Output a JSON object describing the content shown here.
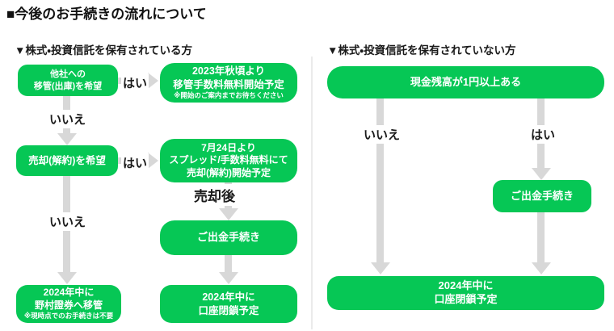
{
  "page": {
    "title": "■今後のお手続きの流れについて"
  },
  "colors": {
    "green": "#06C755",
    "arrow": "#D8D8D8",
    "divider": "#EBEBEB",
    "text": "#1A1A1A"
  },
  "left_panel": {
    "header": "▼株式・投資信託を保有されている方",
    "boxes": {
      "transfer_wish": {
        "lines": [
          "他社への",
          "移管(出庫)を希望"
        ]
      },
      "transfer_free": {
        "lines": [
          "2023年秋頃より",
          "移管手数料無料開始予定"
        ],
        "note": "※開始のご案内までお待ちください"
      },
      "sell_wish": {
        "lines": [
          "売却(解約)を希望"
        ]
      },
      "sell_free": {
        "lines": [
          "7月24日より",
          "スプレッド/手数料無料にて",
          "売却(解約)開始予定"
        ]
      },
      "withdraw": {
        "lines": [
          "ご出金手続き"
        ]
      },
      "close": {
        "lines": [
          "2024年中に",
          "口座閉鎖予定"
        ]
      },
      "nomura": {
        "lines": [
          "2024年中に",
          "野村證券へ移管"
        ],
        "note": "※現時点でのお手続きは不要"
      }
    },
    "labels": {
      "yes1": "はい",
      "no1": "いいえ",
      "yes2": "はい",
      "no2": "いいえ",
      "after_sale": "売却後"
    }
  },
  "right_panel": {
    "header": "▼株式・投資信託を保有されていない方",
    "boxes": {
      "cash_balance": {
        "lines": [
          "現金残高が1円以上ある"
        ]
      },
      "withdraw": {
        "lines": [
          "ご出金手続き"
        ]
      },
      "close": {
        "lines": [
          "2024年中に",
          "口座閉鎖予定"
        ]
      }
    },
    "labels": {
      "no": "いいえ",
      "yes": "はい"
    }
  }
}
